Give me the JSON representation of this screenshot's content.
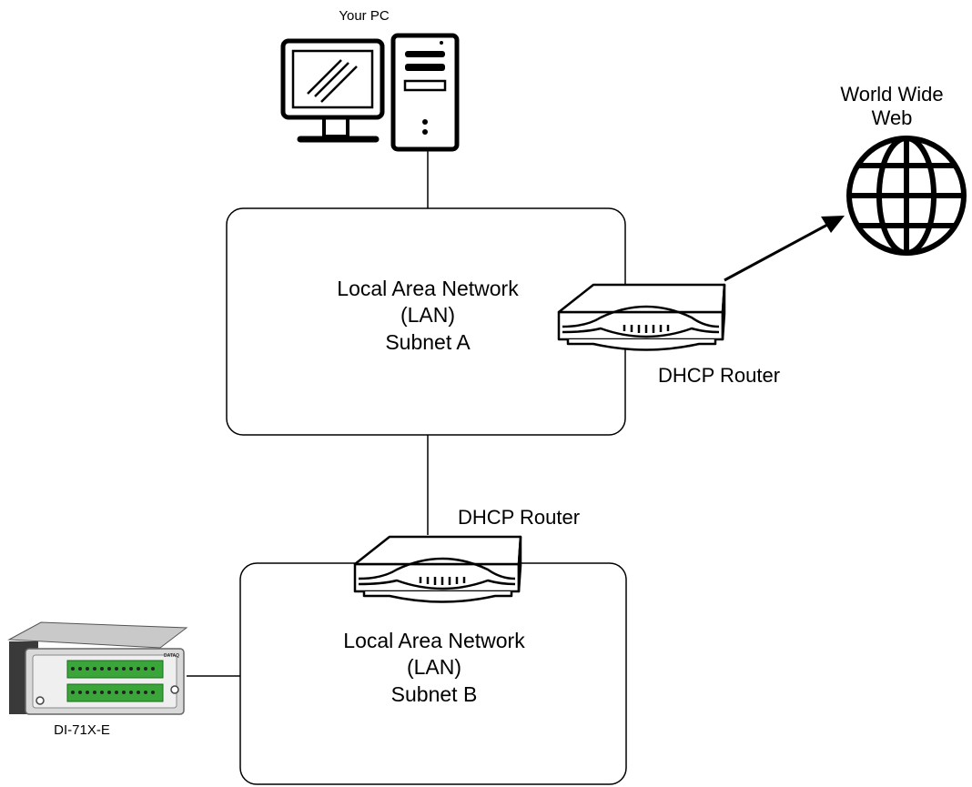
{
  "pc": {
    "label": "Your PC"
  },
  "internet": {
    "label": "World Wide\nWeb"
  },
  "subnet_a": {
    "label": "Local Area Network\n(LAN)\nSubnet A"
  },
  "subnet_b": {
    "label": "Local Area Network\n(LAN)\nSubnet B"
  },
  "router_a": {
    "label": "DHCP Router"
  },
  "router_b": {
    "label": "DHCP Router"
  },
  "device": {
    "label": "DI-71X-E",
    "brand": "DATAQ"
  },
  "colors": {
    "stroke": "#000000",
    "fill": "#ffffff",
    "device_body": "#d9d9d9",
    "terminal": "#3aa63a"
  }
}
